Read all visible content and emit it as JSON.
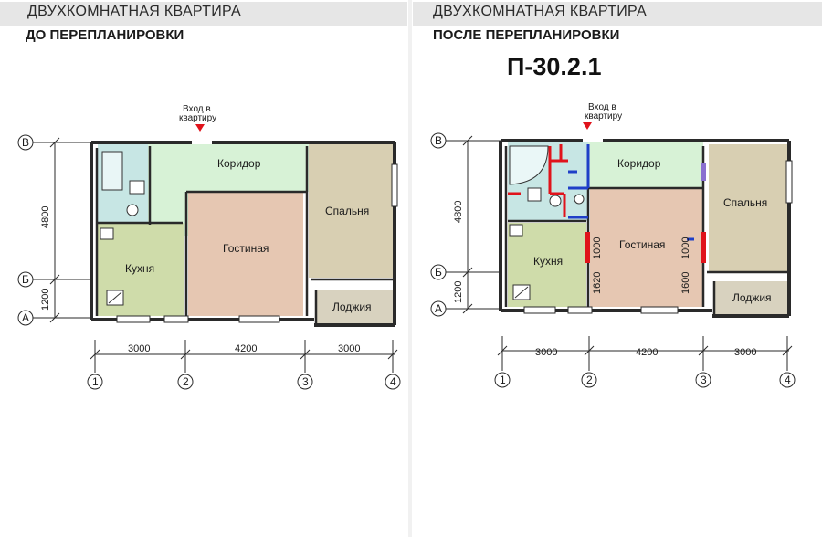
{
  "left": {
    "title": "ДВУХКОМНАТНАЯ КВАРТИРА",
    "subtitle": "ДО ПЕРЕПЛАНИРОВКИ",
    "entrance_line1": "Вход в",
    "entrance_line2": "квартиру",
    "rooms": {
      "corridor": "Коридор",
      "bedroom": "Спальня",
      "living": "Гостиная",
      "kitchen": "Кухня",
      "loggia": "Лоджия"
    },
    "axes": {
      "b_upper": "В",
      "b_mid": "Б",
      "a": "А",
      "n1": "1",
      "n2": "2",
      "n3": "3",
      "n4": "4"
    },
    "dims": {
      "h1": "4800",
      "h2": "1200",
      "w1": "3000",
      "w2": "4200",
      "w3": "3000"
    }
  },
  "right": {
    "title": "ДВУХКОМНАТНАЯ КВАРТИРА",
    "subtitle": "ПОСЛЕ ПЕРЕПЛАНИРОВКИ",
    "series": "П-30.2.1",
    "entrance_line1": "Вход в",
    "entrance_line2": "квартиру",
    "rooms": {
      "corridor": "Коридор",
      "bedroom": "Спальня",
      "living": "Гостиная",
      "kitchen": "Кухня",
      "loggia": "Лоджия"
    },
    "openings": {
      "left_top": "1000",
      "left_bottom": "1620",
      "right_top": "1000",
      "right_bottom": "1600"
    },
    "axes": {
      "b_upper": "В",
      "b_mid": "Б",
      "a": "А",
      "n1": "1",
      "n2": "2",
      "n3": "3",
      "n4": "4"
    },
    "dims": {
      "h1": "4800",
      "h2": "1200",
      "w1": "3000",
      "w2": "4200",
      "w3": "3000"
    }
  },
  "colors": {
    "corridor": "#d7f2d6",
    "bathroom": "#c7e6e4",
    "kitchen": "#cfdcaa",
    "living": "#e6c7b2",
    "bedroom": "#d8cfb2",
    "loggia": "#d8d2bf",
    "new_wall": "#e0131b",
    "new_partition": "#1f3fc8",
    "wall": "#2a2a2a"
  }
}
